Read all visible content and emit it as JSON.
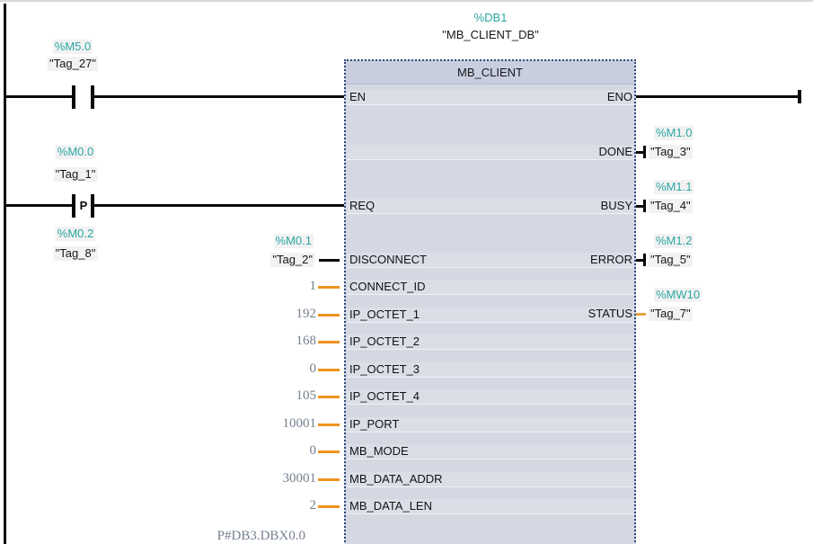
{
  "colors": {
    "address_teal": "#2da7a2",
    "constant_connector_orange": "#ef941f",
    "status_connector_orange": "#e3a53f",
    "constant_value_gray": "#74808e",
    "block_fill": "#d5d8e2",
    "block_header_fill": "#c9cede",
    "block_border_navy": "#2e4a7b",
    "wire_black": "#0a0a0a"
  },
  "db_header": {
    "address": "%DB1",
    "name": "\"MB_CLIENT_DB\""
  },
  "block": {
    "title": "MB_CLIENT",
    "en_label": "EN",
    "eno_label": "ENO",
    "req_label": "REQ",
    "inputs": [
      {
        "name": "DISCONNECT",
        "value": "\"Tag_2\"",
        "address": "%M0.1",
        "kind": "tag"
      },
      {
        "name": "CONNECT_ID",
        "value": "1",
        "kind": "const"
      },
      {
        "name": "IP_OCTET_1",
        "value": "192",
        "kind": "const"
      },
      {
        "name": "IP_OCTET_2",
        "value": "168",
        "kind": "const"
      },
      {
        "name": "IP_OCTET_3",
        "value": "0",
        "kind": "const"
      },
      {
        "name": "IP_OCTET_4",
        "value": "105",
        "kind": "const"
      },
      {
        "name": "IP_PORT",
        "value": "10001",
        "kind": "const"
      },
      {
        "name": "MB_MODE",
        "value": "0",
        "kind": "const"
      },
      {
        "name": "MB_DATA_ADDR",
        "value": "30001",
        "kind": "const"
      },
      {
        "name": "MB_DATA_LEN",
        "value": "2",
        "kind": "const"
      }
    ],
    "outputs": [
      {
        "name": "DONE",
        "address": "%M1.0",
        "tag": "\"Tag_3\"",
        "connector": "bool"
      },
      {
        "name": "BUSY",
        "address": "%M1.1",
        "tag": "\"Tag_4\"",
        "connector": "bool"
      },
      {
        "name": "ERROR",
        "address": "%M1.2",
        "tag": "\"Tag_5\"",
        "connector": "bool"
      },
      {
        "name": "STATUS",
        "address": "%MW10",
        "tag": "\"Tag_7\"",
        "connector": "word"
      }
    ],
    "bottom_partial_value": "P#DB3.DBX0.0"
  },
  "contacts": [
    {
      "address": "%M5.0",
      "tag": "\"Tag_27\"",
      "type": "normally-open-contact"
    },
    {
      "address": "%M0.0",
      "tag": "\"Tag_1\"",
      "type": "positive-edge-contact",
      "symbol": "P",
      "edge_memory_address": "%M0.2",
      "edge_memory_tag": "\"Tag_8\""
    }
  ]
}
